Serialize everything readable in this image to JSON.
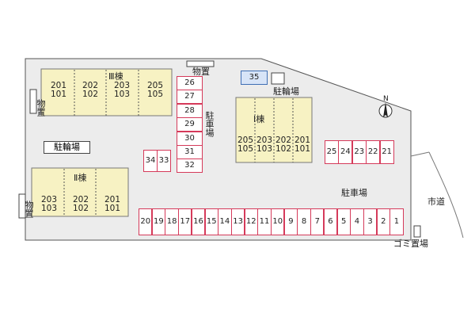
{
  "buildings": {
    "b3": {
      "name": "Ⅲ棟",
      "units": [
        [
          "201",
          "101"
        ],
        [
          "202",
          "102"
        ],
        [
          "203",
          "103"
        ],
        [
          "205",
          "105"
        ]
      ]
    },
    "b1": {
      "name": "Ⅰ棟",
      "units": [
        [
          "205",
          "105"
        ],
        [
          "203",
          "103"
        ],
        [
          "202",
          "102"
        ],
        [
          "201",
          "101"
        ]
      ]
    },
    "b2": {
      "name": "Ⅱ棟",
      "units": [
        [
          "203",
          "103"
        ],
        [
          "202",
          "102"
        ],
        [
          "201",
          "101"
        ]
      ]
    }
  },
  "labels": {
    "storage_top": "物置",
    "storage_left1": "物置",
    "storage_left2": "物置",
    "bike1": "駐輪場",
    "bike2": "駐輪場",
    "parking_vert": "駐車場",
    "parking": "駐車場",
    "road": "市道",
    "garbage": "ゴミ置場",
    "north": "N"
  },
  "parking": {
    "column": [
      "26",
      "27",
      "28",
      "29",
      "30",
      "31",
      "32"
    ],
    "pair": [
      "34",
      "33"
    ],
    "highlight": "35",
    "right": [
      "25",
      "24",
      "23",
      "22",
      "21"
    ],
    "bottom": [
      "20",
      "19",
      "18",
      "17",
      "16",
      "15",
      "14",
      "13",
      "12",
      "11",
      "10",
      "9",
      "8",
      "7",
      "6",
      "5",
      "4",
      "3",
      "2",
      "1"
    ]
  },
  "colors": {
    "building": "#f7f2c3",
    "slot_border": "#d53a5a",
    "highlight": "#d7e4f7",
    "lot": "#ececec"
  }
}
